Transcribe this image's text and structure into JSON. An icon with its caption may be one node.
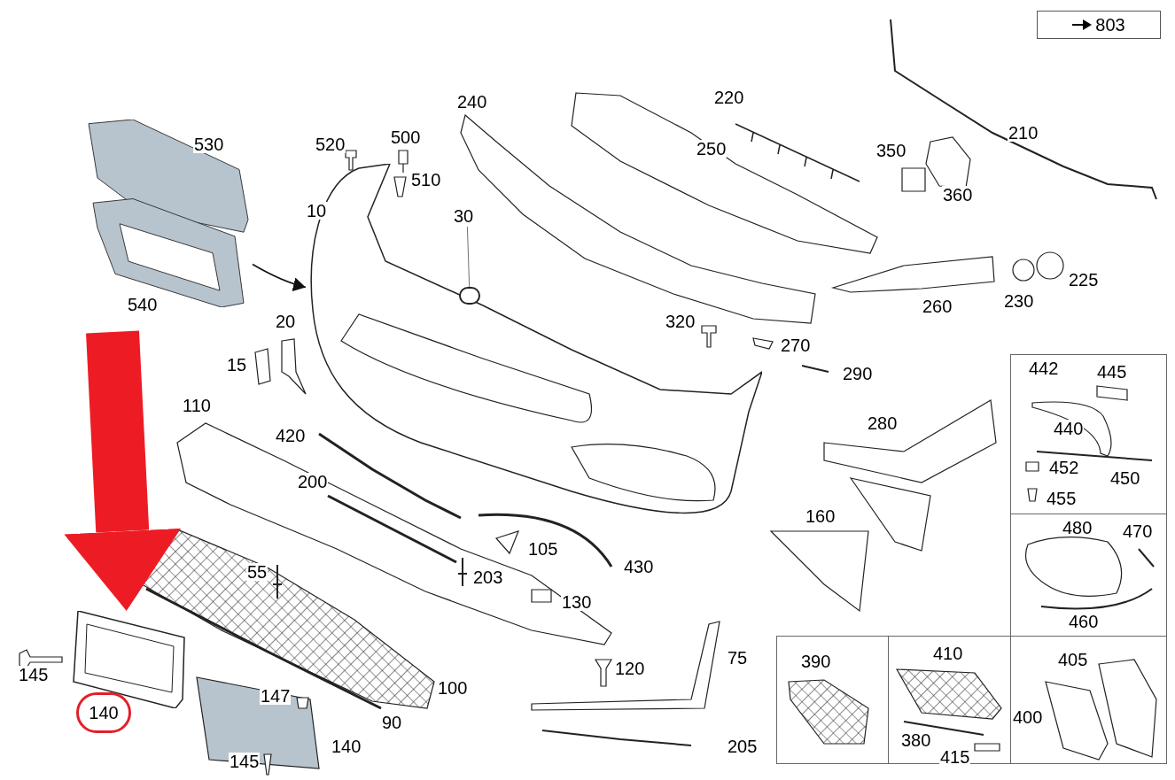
{
  "diagram": {
    "nodes": [
      {
        "text": [
          "803"
        ]
      },
      {
        "text": [
          "30"
        ],
        "in": 4
      },
      {
        "text": [],
        "shape": "circle",
        "in": 4
      },
      {
        "text": [],
        "shape": "picture"
      },
      {
        "text": [],
        "shape": "picture"
      },
      {
        "text": [],
        "shape": "picture"
      },
      {
        "text": [
          "140"
        ]
      }
    ],
    "edges": [
      {
        "from": 1,
        "to": 2,
        "arrow": "none"
      },
      {
        "from": 3,
        "to": 4,
        "arrow": "to"
      },
      {
        "from": null,
        "to": 5,
        "arrow": "to",
        "style": "thick",
        "color": "#ed1c24"
      }
    ],
    "labels": [
      "220",
      "240",
      "210",
      "500",
      "520",
      "530",
      "250",
      "350",
      "510",
      "360",
      "10",
      "225",
      "230",
      "540",
      "260",
      "20",
      "320",
      "270",
      "15",
      "442",
      "445",
      "290",
      "110",
      "280",
      "440",
      "420",
      "452",
      "450",
      "200",
      "455",
      "160",
      "480",
      "470",
      "105",
      "430",
      "55",
      "203",
      "130",
      "460",
      "410",
      "75",
      "405",
      "390",
      "120",
      "145",
      "100",
      "147",
      "400",
      "90",
      "380",
      "140",
      "205",
      "415",
      "145"
    ]
  }
}
